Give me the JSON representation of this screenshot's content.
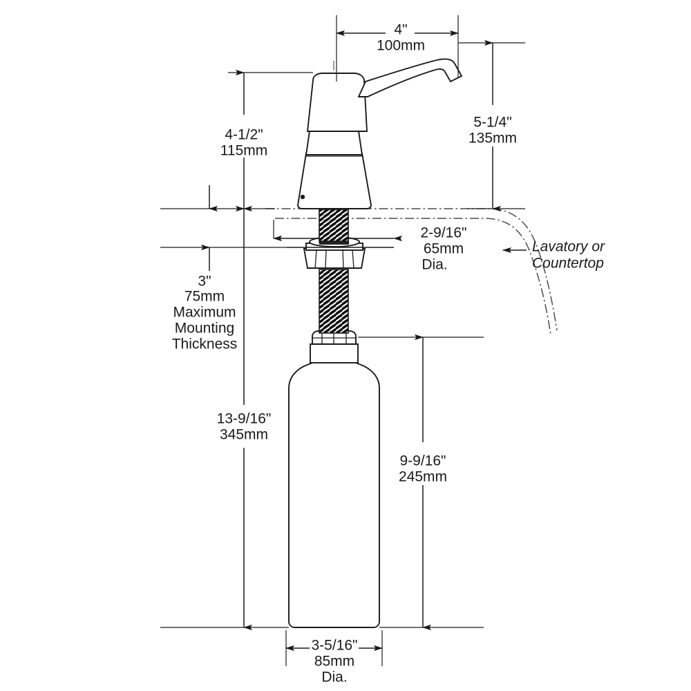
{
  "drawing": {
    "title": "Soap Dispenser Dimensional Drawing",
    "background_color": "#ffffff",
    "line_color": "#1a1a1a",
    "centerline_color": "#666666"
  },
  "dimensions": {
    "spout_reach": {
      "name": "spout-reach",
      "inches": "4\"",
      "metric": "100mm",
      "note": ""
    },
    "head_height": {
      "name": "head-height",
      "inches": "4-1/2\"",
      "metric": "115mm",
      "note": ""
    },
    "spout_height": {
      "name": "spout-height-above-counter",
      "inches": "5-1/4\"",
      "metric": "135mm",
      "note": ""
    },
    "shank_dia": {
      "name": "shank-diameter",
      "inches": "2-9/16\"",
      "metric": "65mm",
      "note": "Dia."
    },
    "mounting_thickness": {
      "name": "maximum-mounting-thickness",
      "inches": "3\"",
      "metric": "75mm",
      "note_line1": "Maximum",
      "note_line2": "Mounting",
      "note_line3": "Thickness"
    },
    "overall_below": {
      "name": "overall-length-below-counter",
      "inches": "13-9/16\"",
      "metric": "345mm",
      "note": ""
    },
    "bottle_height": {
      "name": "bottle-height",
      "inches": "9-9/16\"",
      "metric": "245mm",
      "note": ""
    },
    "bottle_dia": {
      "name": "bottle-diameter",
      "inches": "3-5/16\"",
      "metric": "85mm",
      "note": "Dia."
    }
  },
  "annotations": {
    "countertop": {
      "name": "countertop-callout",
      "line1": "Lavatory or",
      "line2": "Countertop"
    }
  },
  "parts": {
    "spout": "spout",
    "dome_cap": "dome-cap",
    "upper_body": "upper-body",
    "lower_body": "lower-body",
    "threaded_shank_upper": "threaded-shank-upper",
    "mounting_nut": "mounting-nut",
    "threaded_shank_lower": "threaded-shank-lower",
    "bottle_collar": "bottle-collar",
    "bottle": "soap-bottle",
    "countertop_profile": "countertop-profile"
  }
}
